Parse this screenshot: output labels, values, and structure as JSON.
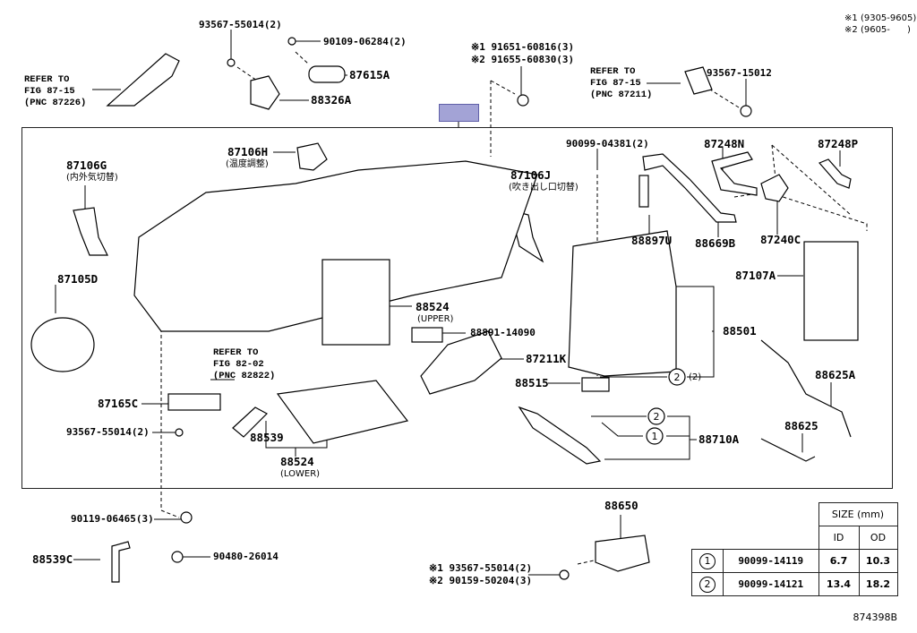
{
  "diagram": {
    "doc_id": "874398B",
    "legend": [
      {
        "mark": "※1",
        "range": "(9305-9605)"
      },
      {
        "mark": "※2",
        "range": "(9605-      )"
      }
    ],
    "parts": {
      "p93567_55014_top": "93567-55014(2)",
      "p90109_06284": "90109-06284(2)",
      "p87615A": "87615A",
      "p88326A": "88326A",
      "p91651": "※1 91651-60816(3)",
      "p91655": "※2 91655-60830(3)",
      "p93567_15012": "93567-15012",
      "p87106H": "87106H",
      "p87106H_sub": "(温度調整)",
      "p87106G": "87106G",
      "p87106G_sub": "(内外気切替)",
      "p87106J": "87106J",
      "p87106J_sub": "(吹き出し口切替)",
      "p90099_04381": "90099-04381(2)",
      "p87248N": "87248N",
      "p87248P": "87248P",
      "p88897U": "88897U",
      "p88669B": "88669B",
      "p87240C": "87240C",
      "p87107A": "87107A",
      "p87105D": "87105D",
      "p88524_upper": "88524",
      "p88524_upper_sub": "(UPPER)",
      "p88891_14090": "88891-14090",
      "p87211K": "87211K",
      "p88501": "88501",
      "p88515": "88515",
      "p88625A": "88625A",
      "p88625": "88625",
      "p88710A": "88710A",
      "p87165C": "87165C",
      "p93567_55014_left": "93567-55014(2)",
      "p88539": "88539",
      "p88524_lower": "88524",
      "p88524_lower_sub": "(LOWER)",
      "p90119_06465": "90119-06465(3)",
      "p88539C": "88539C",
      "p90480_26014": "90480-26014",
      "p88650": "88650",
      "p93567_55014_bot": "※1 93567-55014(2)",
      "p90159_50204": "※2 90159-50204(3)",
      "qty_2": "(2)"
    },
    "refer": {
      "fig87_15_a": "REFER TO\nFIG 87-15\n(PNC 87226)",
      "fig87_15_b": "REFER TO\nFIG 87-15\n(PNC 87211)",
      "fig82_02": "REFER TO\nFIG 82-02\n(PNC 82822)"
    },
    "callouts": {
      "one": "1",
      "two": "2"
    },
    "size_table": {
      "header": "SIZE (mm)",
      "col_id": "ID",
      "col_od": "OD",
      "rows": [
        {
          "key": "1",
          "part": "90099-14119",
          "id": "6.7",
          "od": "10.3"
        },
        {
          "key": "2",
          "part": "90099-14121",
          "id": "13.4",
          "od": "18.2"
        }
      ]
    },
    "highlight_color": "#a3a3d6"
  }
}
